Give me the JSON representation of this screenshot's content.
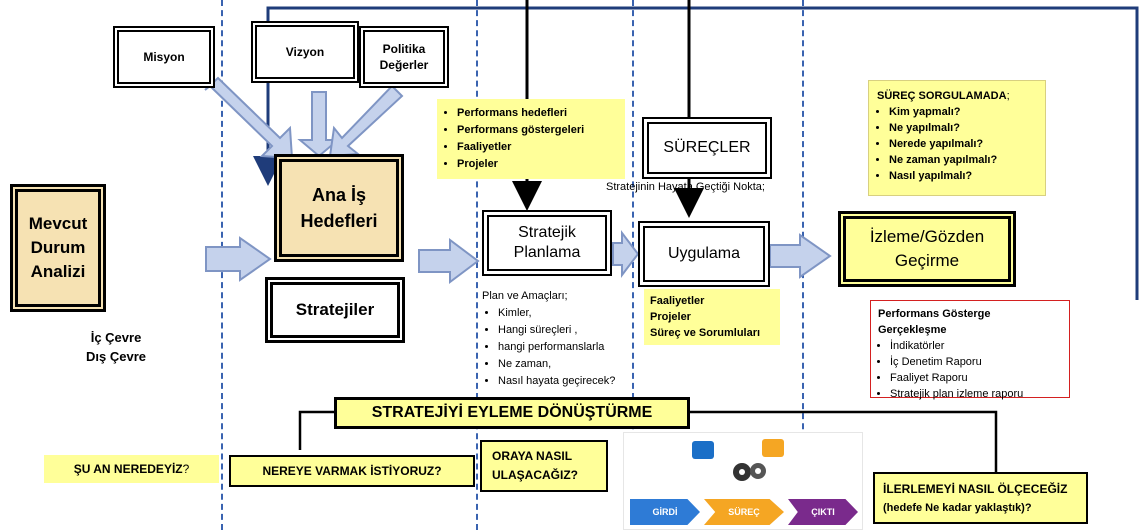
{
  "boxes": {
    "misyon": "Misyon",
    "vizyon": "Vizyon",
    "politika": "Politika\nDeğerler",
    "ana_is": "Ana İş\nHedefleri",
    "stratejiler": "Stratejiler",
    "mevcut": "Mevcut\nDurum\nAnalizi",
    "stratejik": "Stratejik\nPlanlama",
    "surecler": "SÜREÇLER",
    "uygulama": "Uygulama",
    "izleme": "İzleme/Gözden\nGeçirme"
  },
  "ic_dis": "İç Çevre\nDış Çevre",
  "perf_list": [
    "Performans hedefleri",
    "Performans göstergeleri",
    "Faaliyetler",
    "Projeler"
  ],
  "hayata_note": "Stratejinin Hayata Geçtiği Nokta;",
  "plan_title": "Plan ve Amaçları;",
  "plan_list": [
    "Kimler,",
    "Hangi süreçleri ,",
    "hangi  performanslarla",
    "Ne zaman,",
    "Nasıl hayata geçirecek?"
  ],
  "faaliyet_list": [
    "Faaliyetler",
    "Projeler",
    "Süreç ve Sorumluları"
  ],
  "surec_sorgu": {
    "title": "SÜREÇ SORGULAMADA",
    "title_suffix": ";",
    "items": [
      "Kim yapmalı?",
      "Ne yapılmalı?",
      "Nerede yapılmalı?",
      "Ne zaman yapılmalı?",
      "Nasıl yapılmalı?"
    ]
  },
  "perf_gosterge": {
    "title": "Performans Gösterge Gerçekleşme",
    "items": [
      "İndikatörler",
      "İç Denetim Raporu",
      "Faaliyet Raporu",
      "Stratejik plan izleme raporu"
    ]
  },
  "banner": "STRATEJİYİ EYLEME DÖNÜŞTÜRME",
  "questions": {
    "q1_main": "ŞU AN NEREDEYİZ",
    "q1_mark": "?",
    "q2": "NEREYE VARMAK İSTİYORUZ?",
    "q3": "ORAYA NASIL\nULAŞACAĞIZ?",
    "q4_main": "İLERLEMEYİ NASIL ÖLÇECEĞİZ",
    "q4_sub": "(hedefe Ne kadar yaklaştık)?"
  },
  "mini_diagram": {
    "girdi": "GİRDİ",
    "surec": "SÜREÇ",
    "cikti": "ÇIKTI"
  },
  "colors": {
    "arrow_fill": "#c5d2ec",
    "arrow_stroke": "#7f95c4",
    "yellow": "#ffff99",
    "tan": "#f6e2b3",
    "dash": "#3a63b0",
    "banner_border": "#000000"
  }
}
